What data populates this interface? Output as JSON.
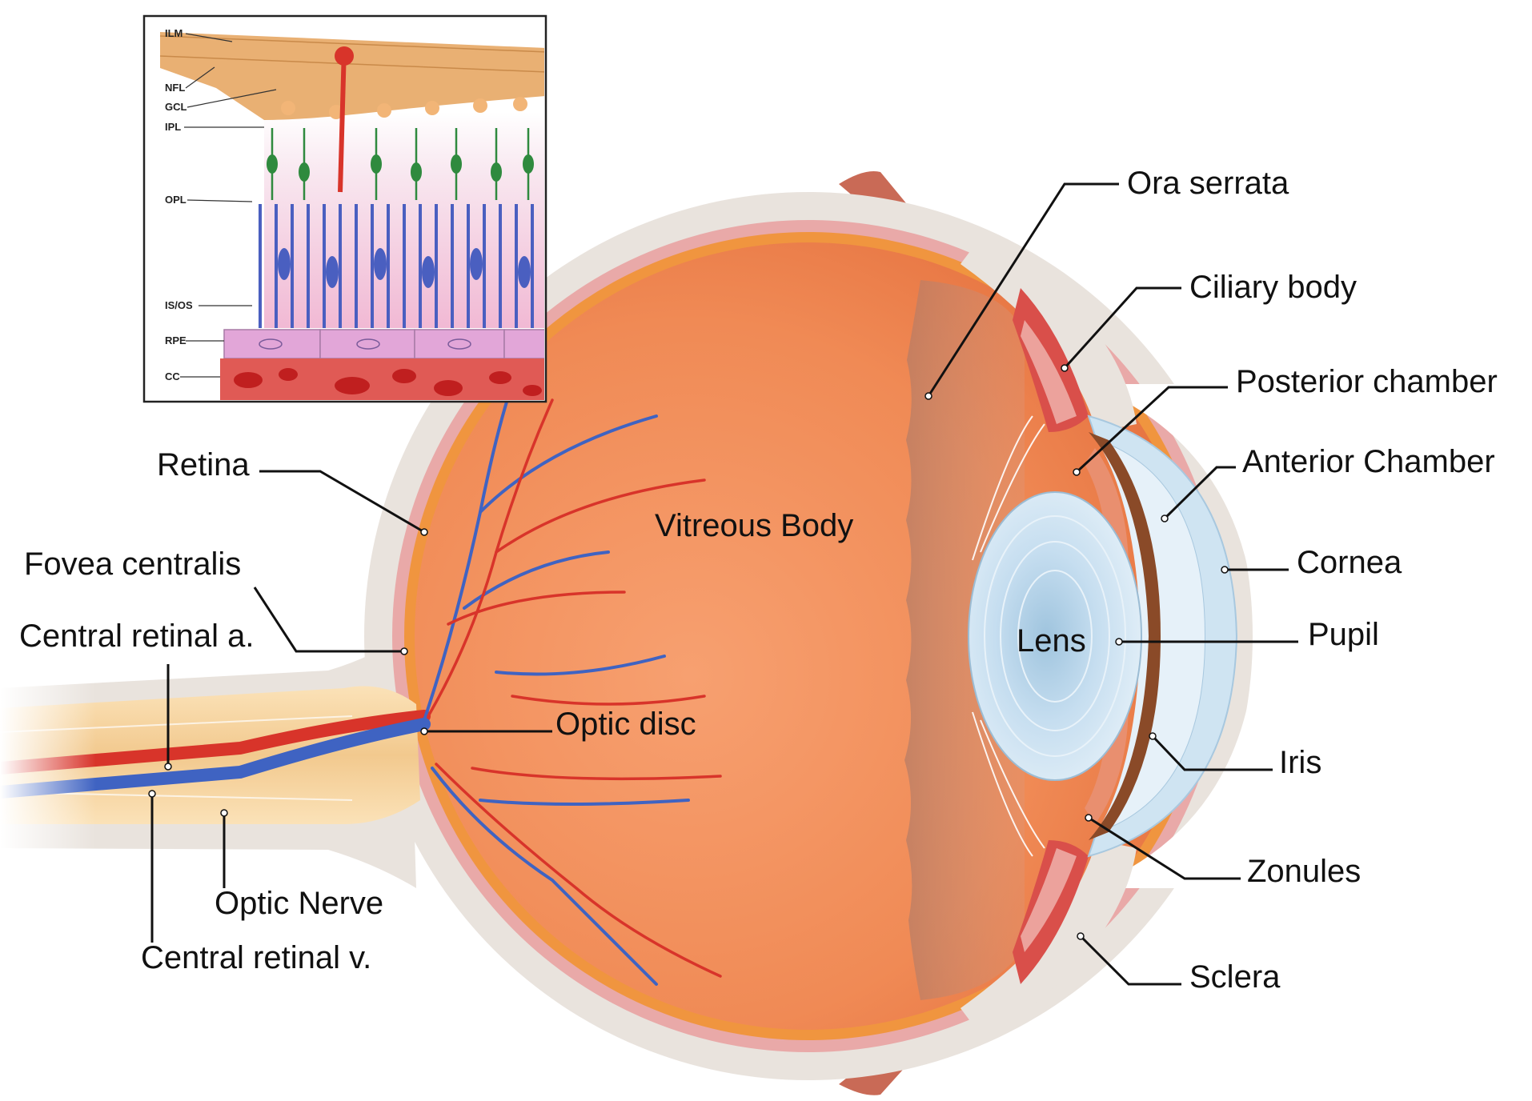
{
  "diagram": {
    "labels": {
      "ora_serrata": "Ora serrata",
      "ciliary_body": "Ciliary body",
      "posterior_chamber": "Posterior chamber",
      "anterior_chamber": "Anterior Chamber",
      "cornea": "Cornea",
      "pupil": "Pupil",
      "iris": "Iris",
      "zonules": "Zonules",
      "sclera": "Sclera",
      "lens": "Lens",
      "vitreous_body": "Vitreous Body",
      "optic_disc": "Optic disc",
      "retina": "Retina",
      "fovea_centralis": "Fovea centralis",
      "central_retinal_a": "Central retinal a.",
      "optic_nerve": "Optic Nerve",
      "central_retinal_v": "Central retinal v."
    },
    "inset": {
      "layers": [
        "ILM",
        "NFL",
        "GCL",
        "IPL",
        "OPL",
        "IS/OS",
        "RPE",
        "CC"
      ]
    },
    "colors": {
      "sclera": "#e9e3dd",
      "choroid": "#e9a9a8",
      "retina": "#f0953f",
      "vitreous": "#f28a5a",
      "artery": "#d8342a",
      "vein": "#3f63c2",
      "lens": "#cfe5f2",
      "cornea": "#cfe4f2",
      "iris": "#8a4a28",
      "nerve": "#f2c98e"
    }
  }
}
